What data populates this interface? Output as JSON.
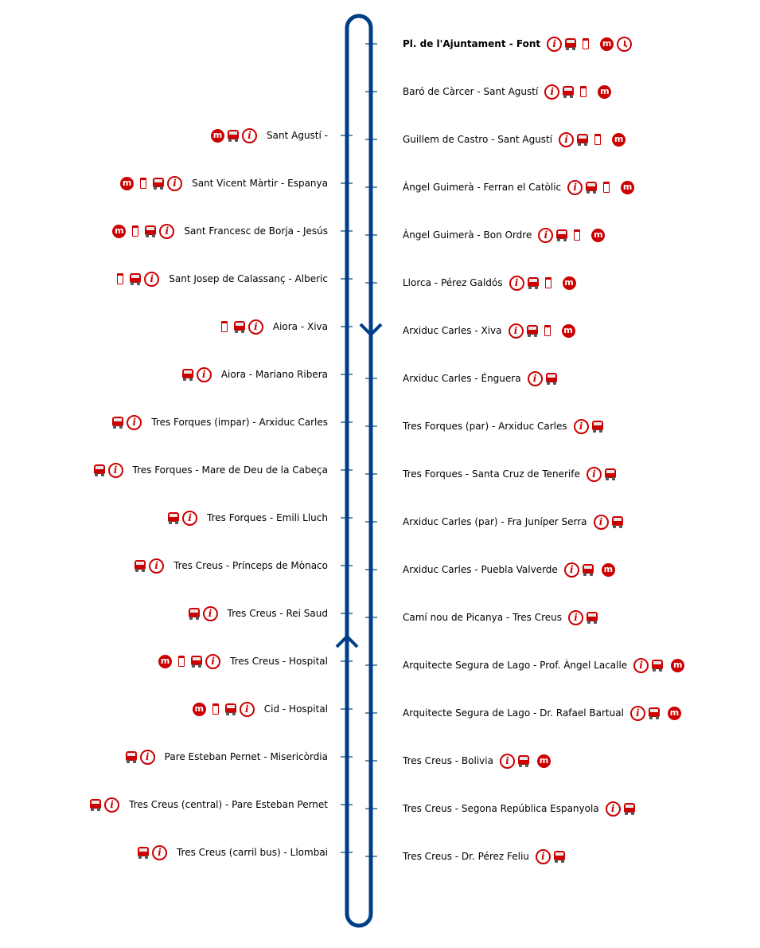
{
  "colors": {
    "line": "#003f87",
    "icon_red": "#cc0000",
    "text": "#000000"
  },
  "right_stops": [
    {
      "name": "Pl. de l'Ajuntament - Font",
      "bold": true,
      "icons": [
        "info-icon",
        "bus-icon",
        "sign-icon",
        "metro-icon",
        "clock-icon"
      ]
    },
    {
      "name": "Baró de Càrcer - Sant Agustí",
      "icons": [
        "info-icon",
        "bus-icon",
        "sign-icon",
        "metro-icon"
      ]
    },
    {
      "name": "Guillem de Castro - Sant Agustí",
      "icons": [
        "info-icon",
        "bus-icon",
        "sign-icon",
        "metro-icon"
      ]
    },
    {
      "name": "Àngel Guimerà - Ferran el Catòlic",
      "icons": [
        "info-icon",
        "bus-icon",
        "sign-icon",
        "metro-icon"
      ]
    },
    {
      "name": "Àngel Guimerà - Bon Ordre",
      "icons": [
        "info-icon",
        "bus-icon",
        "sign-icon",
        "metro-icon"
      ]
    },
    {
      "name": "Llorca - Pérez Galdós",
      "icons": [
        "info-icon",
        "bus-icon",
        "sign-icon",
        "metro-icon"
      ]
    },
    {
      "name": "Arxiduc Carles - Xiva",
      "icons": [
        "info-icon",
        "bus-icon",
        "sign-icon",
        "metro-icon"
      ]
    },
    {
      "name": "Arxiduc Carles - Énguera",
      "icons": [
        "info-icon",
        "bus-icon"
      ]
    },
    {
      "name": "Tres Forques (par) - Arxiduc Carles",
      "icons": [
        "info-icon",
        "bus-icon"
      ]
    },
    {
      "name": "Tres Forques - Santa Cruz de Tenerife",
      "icons": [
        "info-icon",
        "bus-icon"
      ]
    },
    {
      "name": "Arxiduc Carles (par) - Fra Juníper Serra",
      "icons": [
        "info-icon",
        "bus-icon"
      ]
    },
    {
      "name": "Arxiduc Carles - Puebla Valverde",
      "icons": [
        "info-icon",
        "bus-icon",
        "metro-icon"
      ]
    },
    {
      "name": "Camí nou de Picanya - Tres Creus",
      "icons": [
        "info-icon",
        "bus-icon"
      ]
    },
    {
      "name": "Arquitecte Segura de Lago - Prof. Àngel Lacalle",
      "icons": [
        "info-icon",
        "bus-icon",
        "metro-icon"
      ]
    },
    {
      "name": "Arquitecte Segura de Lago - Dr. Rafael Bartual",
      "icons": [
        "info-icon",
        "bus-icon",
        "metro-icon"
      ]
    },
    {
      "name": "Tres Creus - Bolivia",
      "icons": [
        "info-icon",
        "bus-icon",
        "metro-icon"
      ]
    },
    {
      "name": "Tres Creus - Segona República Espanyola",
      "icons": [
        "info-icon",
        "bus-icon"
      ]
    },
    {
      "name": "Tres Creus - Dr. Pérez Feliu",
      "icons": [
        "info-icon",
        "bus-icon"
      ]
    }
  ],
  "left_stops": [
    {
      "name": "Sant Agustí -",
      "icons": [
        "info-icon",
        "bus-icon",
        "metro-icon"
      ]
    },
    {
      "name": "Sant Vicent Màrtir - Espanya",
      "icons": [
        "info-icon",
        "bus-icon",
        "sign-icon",
        "metro-icon"
      ]
    },
    {
      "name": "Sant Francesc de Borja - Jesús",
      "icons": [
        "info-icon",
        "bus-icon",
        "sign-icon",
        "metro-icon"
      ]
    },
    {
      "name": "Sant Josep de Calassanç - Alberic",
      "icons": [
        "info-icon",
        "bus-icon",
        "sign-icon"
      ]
    },
    {
      "name": "Aiora - Xiva",
      "icons": [
        "info-icon",
        "bus-icon",
        "sign-icon"
      ]
    },
    {
      "name": "Aiora - Mariano Ribera",
      "icons": [
        "info-icon",
        "bus-icon"
      ]
    },
    {
      "name": "Tres Forques (impar) - Arxiduc Carles",
      "icons": [
        "info-icon",
        "bus-icon"
      ]
    },
    {
      "name": "Tres Forques - Mare de Deu de la Cabeça",
      "icons": [
        "info-icon",
        "bus-icon"
      ]
    },
    {
      "name": "Tres Forques - Emili Lluch",
      "icons": [
        "info-icon",
        "bus-icon"
      ]
    },
    {
      "name": "Tres Creus - Prínceps de Mònaco",
      "icons": [
        "info-icon",
        "bus-icon"
      ]
    },
    {
      "name": "Tres Creus - Rei Saud",
      "icons": [
        "info-icon",
        "bus-icon"
      ]
    },
    {
      "name": "Tres Creus - Hospital",
      "icons": [
        "info-icon",
        "bus-icon",
        "sign-icon",
        "metro-icon"
      ]
    },
    {
      "name": "Cid - Hospital",
      "icons": [
        "info-icon",
        "bus-icon",
        "sign-icon",
        "metro-icon"
      ]
    },
    {
      "name": "Pare Esteban Pernet - Misericòrdia",
      "icons": [
        "info-icon",
        "bus-icon"
      ]
    },
    {
      "name": "Tres Creus (central) - Pare Esteban Pernet",
      "icons": [
        "info-icon",
        "bus-icon"
      ]
    },
    {
      "name": "Tres Creus (carril bus) - Llombai",
      "icons": [
        "info-icon",
        "bus-icon"
      ]
    }
  ]
}
